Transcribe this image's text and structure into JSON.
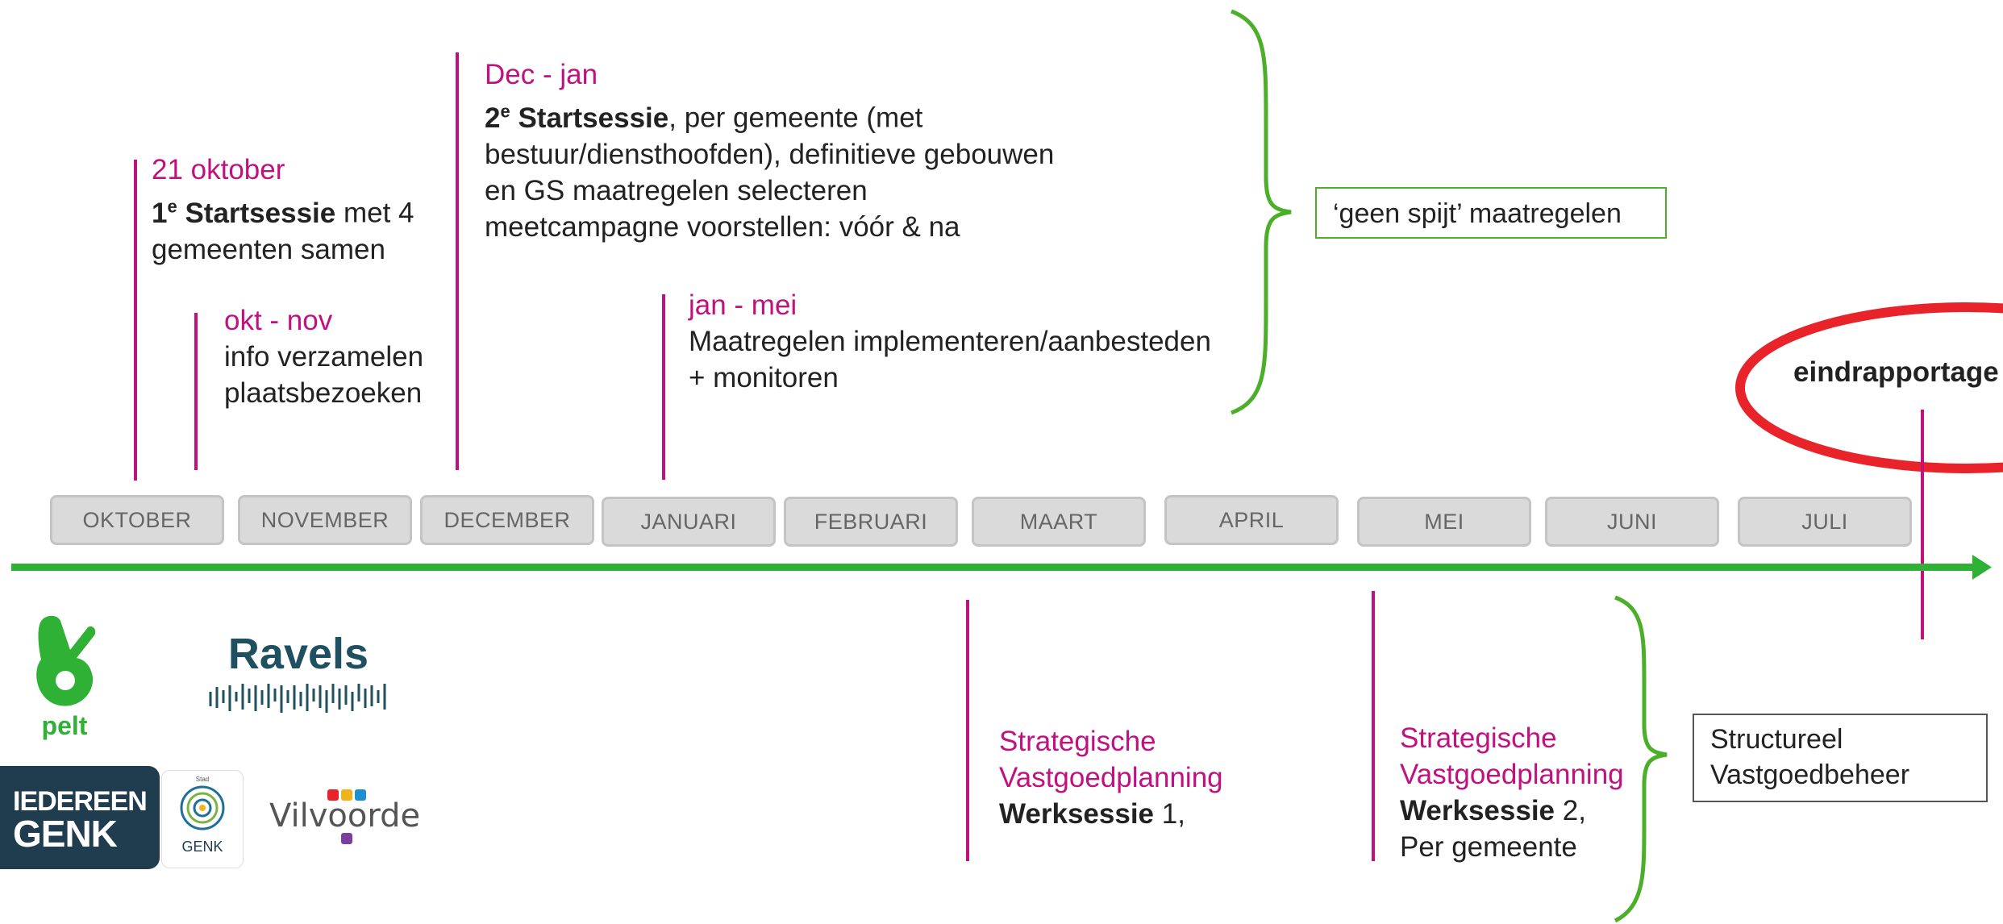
{
  "colors": {
    "accent": "#c0117f",
    "timeline": "#2eb135",
    "highlight": "#e8232a",
    "brace": "#4caf2a"
  },
  "months": [
    "OKTOBER",
    "NOVEMBER",
    "DECEMBER",
    "JANUARI",
    "FEBRUARI",
    "MAART",
    "APRIL",
    "MEI",
    "JUNI",
    "JULI"
  ],
  "events": {
    "oct21": {
      "date": "21 oktober",
      "title_ord": "1",
      "title_sup": "e",
      "title_bold": " Startsessie",
      "title_rest": " met 4",
      "line2": "gemeenten samen"
    },
    "octnov": {
      "date": "okt - nov",
      "line1": "info verzamelen",
      "line2": "plaatsbezoeken"
    },
    "decjan": {
      "date": "Dec - jan",
      "title_ord": "2",
      "title_sup": "e",
      "title_bold": " Startsessie",
      "title_rest": ", per gemeente (met",
      "line2": "bestuur/diensthoofden), definitieve gebouwen",
      "line3": "en GS maatregelen selecteren",
      "line4": "meetcampagne voorstellen: vóór & na"
    },
    "janmei": {
      "date": "jan - mei",
      "line1": "Maatregelen implementeren/aanbesteden",
      "line2": "+ monitoren"
    },
    "maart": {
      "line1": "Strategische",
      "line2": "Vastgoedplanning",
      "bold": "Werksessie",
      "rest": " 1,"
    },
    "mei": {
      "line1": "Strategische",
      "line2": "Vastgoedplanning",
      "bold": "Werksessie",
      "rest": " 2,",
      "line4": "Per gemeente"
    }
  },
  "callouts": {
    "geen_spijt": "‘geen spijt’ maatregelen",
    "structureel_l1": "Structureel",
    "structureel_l2": "Vastgoedbeheer",
    "eindrapportage": "eindrapportage"
  },
  "logos": {
    "pelt": "pelt",
    "ravels": "Ravels",
    "genk_l1": "IEDEREEN",
    "genk_l2": "GENK",
    "genk_seal": "GENK",
    "genk_stad": "Stad",
    "vilvoorde": "Vilvoorde"
  }
}
